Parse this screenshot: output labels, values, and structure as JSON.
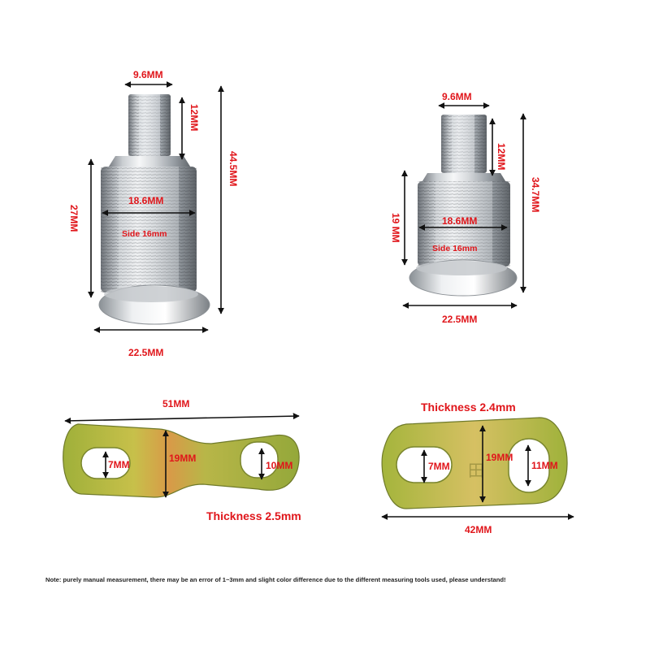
{
  "colors": {
    "dimension": "#e0161b",
    "line": "#111111",
    "chrome_light": "#eef0f2",
    "chrome_dark": "#7d8287",
    "plate_green": "#a7b83a",
    "plate_gold": "#d9a64a",
    "note_text": "#222222"
  },
  "lock_large": {
    "stem_width": "9.6MM",
    "stem_height": "12MM",
    "total_height": "44.5MM",
    "body_height": "27MM",
    "thread_diameter": "18.6MM",
    "side": "Side 16mm",
    "flange_diameter": "22.5MM"
  },
  "lock_small": {
    "stem_width": "9.6MM",
    "stem_height": "12MM",
    "total_height": "34.7MM",
    "body_height": "19 MM",
    "thread_diameter": "18.6MM",
    "side": "Side 16mm",
    "flange_diameter": "22.5MM"
  },
  "cam_long": {
    "length": "51MM",
    "hole_left": "7MM",
    "width": "19MM",
    "hole_right": "10MM",
    "thickness": "Thickness 2.5mm"
  },
  "cam_short": {
    "thickness": "Thickness 2.4mm",
    "hole_left": "7MM",
    "width": "19MM",
    "hole_right": "11MM",
    "length": "42MM"
  },
  "note": "Note: purely manual measurement, there may be an error of 1~3mm and slight color difference due to the different measuring tools used, please understand!"
}
